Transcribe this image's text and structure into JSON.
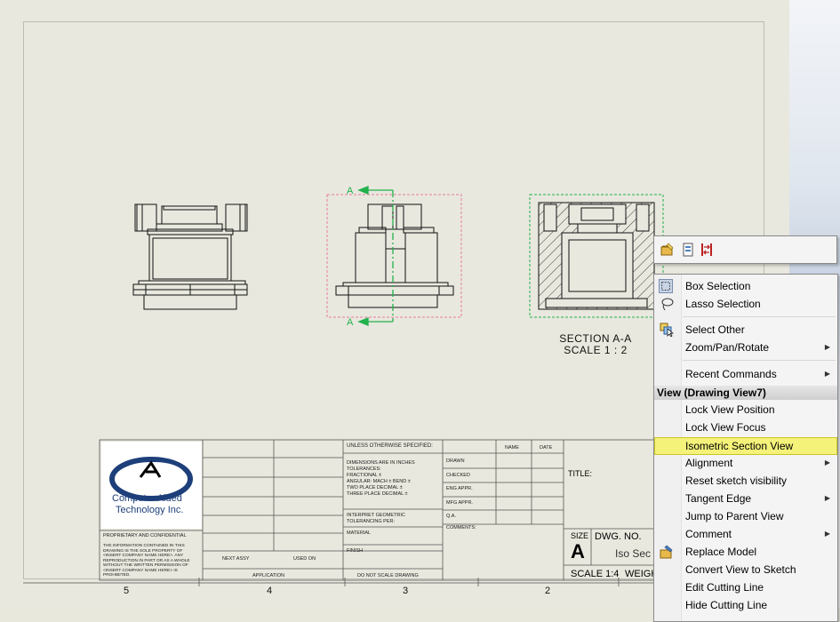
{
  "section_view": {
    "line1": "SECTION A-A",
    "line2": "SCALE 1 : 2",
    "arrow_label_top": "A",
    "arrow_label_bottom": "A"
  },
  "title_block": {
    "company_line1": "Computer Aided",
    "company_line2": "Technology Inc.",
    "proprietary_title": "PROPRIETARY AND CONFIDENTIAL",
    "proprietary_text": "THE INFORMATION CONTAINED IN THIS DRAWING IS THE SOLE PROPERTY OF <INSERT COMPANY NAME HERE>. ANY REPRODUCTION IN PART OR AS A WHOLE WITHOUT THE WRITTEN PERMISSION OF <INSERT COMPANY NAME HERE> IS PROHIBITED.",
    "next_assy": "NEXT ASSY",
    "used_on": "USED ON",
    "application": "APPLICATION",
    "do_not_scale": "DO NOT SCALE DRAWING",
    "unless": "UNLESS OTHERWISE SPECIFIED:",
    "dimensions": "DIMENSIONS ARE IN INCHES",
    "tolerances": "TOLERANCES:",
    "fractional": "FRACTIONAL ±",
    "angular": "ANGULAR: MACH ±    BEND ±",
    "two_place": "TWO PLACE DECIMAL    ±",
    "three_place": "THREE PLACE DECIMAL  ±",
    "interpret": "INTERPRET GEOMETRIC",
    "tolerancing": "TOLERANCING PER:",
    "material": "MATERIAL",
    "finish": "FINISH",
    "name": "NAME",
    "date": "DATE",
    "drawn": "DRAWN",
    "checked": "CHECKED",
    "eng_appr": "ENG APPR.",
    "mfg_appr": "MFG APPR.",
    "qa": "Q.A.",
    "comments": "COMMENTS:",
    "title": "TITLE:",
    "size_label": "SIZE",
    "size_value": "A",
    "dwg_no": "DWG.  NO.",
    "dwg_value": "Iso Sec",
    "scale": "SCALE 1:4",
    "weight": "WEIGH"
  },
  "zones": [
    "5",
    "4",
    "3",
    "2"
  ],
  "context_menu": {
    "items": [
      {
        "label": "Box Selection",
        "icon": "box-selection-icon"
      },
      {
        "label": "Lasso Selection",
        "icon": "lasso-selection-icon"
      },
      {
        "label": "Select Other",
        "icon": "select-other-icon"
      },
      {
        "label": "Zoom/Pan/Rotate"
      },
      {
        "label": "Recent Commands"
      },
      {
        "label": "Lock View Position"
      },
      {
        "label": "Lock View Focus"
      },
      {
        "label": "Isometric Section View"
      },
      {
        "label": "Alignment"
      },
      {
        "label": "Reset sketch visibility"
      },
      {
        "label": "Tangent Edge"
      },
      {
        "label": "Jump to Parent View"
      },
      {
        "label": "Comment"
      },
      {
        "label": "Replace Model",
        "icon": "replace-model-icon"
      },
      {
        "label": "Convert View to Sketch"
      },
      {
        "label": "Edit Cutting Line"
      },
      {
        "label": "Hide Cutting Line"
      }
    ],
    "section_header": "View (Drawing View7)",
    "highlight_color": "#f5f27a"
  },
  "colors": {
    "section_line": "#22b14c",
    "view_border_pink": "#e87aa0",
    "view_border_green": "#22b14c"
  }
}
